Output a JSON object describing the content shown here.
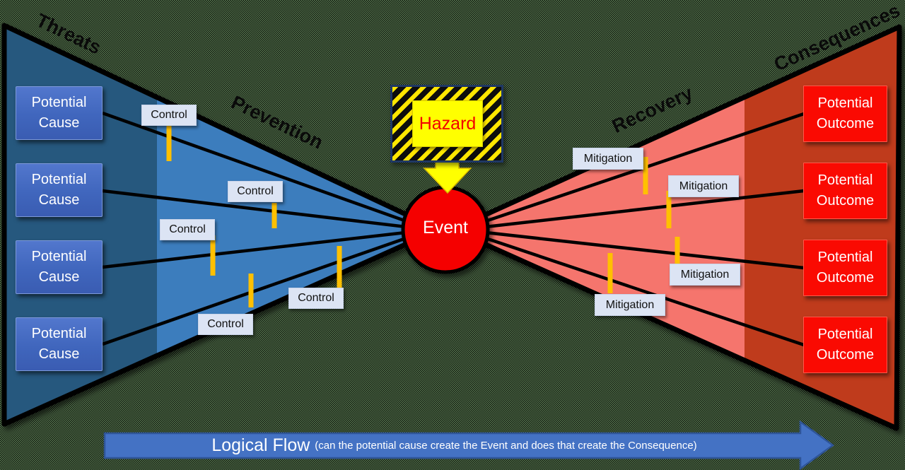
{
  "diagram": {
    "type": "bowtie-risk-diagram",
    "region_labels": {
      "threats": "Threats",
      "prevention": "Prevention",
      "recovery": "Recovery",
      "consequences": "Consequences"
    },
    "event_label": "Event",
    "hazard_label": "Hazard",
    "causes": [
      "Potential Cause",
      "Potential Cause",
      "Potential Cause",
      "Potential Cause"
    ],
    "outcomes": [
      "Potential Outcome",
      "Potential Outcome",
      "Potential Outcome",
      "Potential Outcome"
    ],
    "controls": [
      "Control",
      "Control",
      "Control",
      "Control",
      "Control"
    ],
    "mitigations": [
      "Mitigation",
      "Mitigation",
      "Mitigation",
      "Mitigation"
    ],
    "flow_arrow": {
      "main": "Logical Flow",
      "sub": "(can the potential cause create the Event and does that create the Consequence)"
    },
    "colors": {
      "threats_wedge": "#27587e",
      "prevention_wedge": "#3c7dbd",
      "recovery_wedge": "#f5756d",
      "consequences_wedge": "#bf3a1c",
      "event_circle": "#f50000",
      "cause_box": "#4470c4",
      "outcome_box": "#fa0a02",
      "control_box": "#dce4f4",
      "barrier_bar": "#ffc000",
      "hazard_yellow": "#ffff00",
      "hazard_border": "#1f3864",
      "flow_arrow_fill": "#4472c4",
      "flow_arrow_border": "#2f5597"
    }
  }
}
